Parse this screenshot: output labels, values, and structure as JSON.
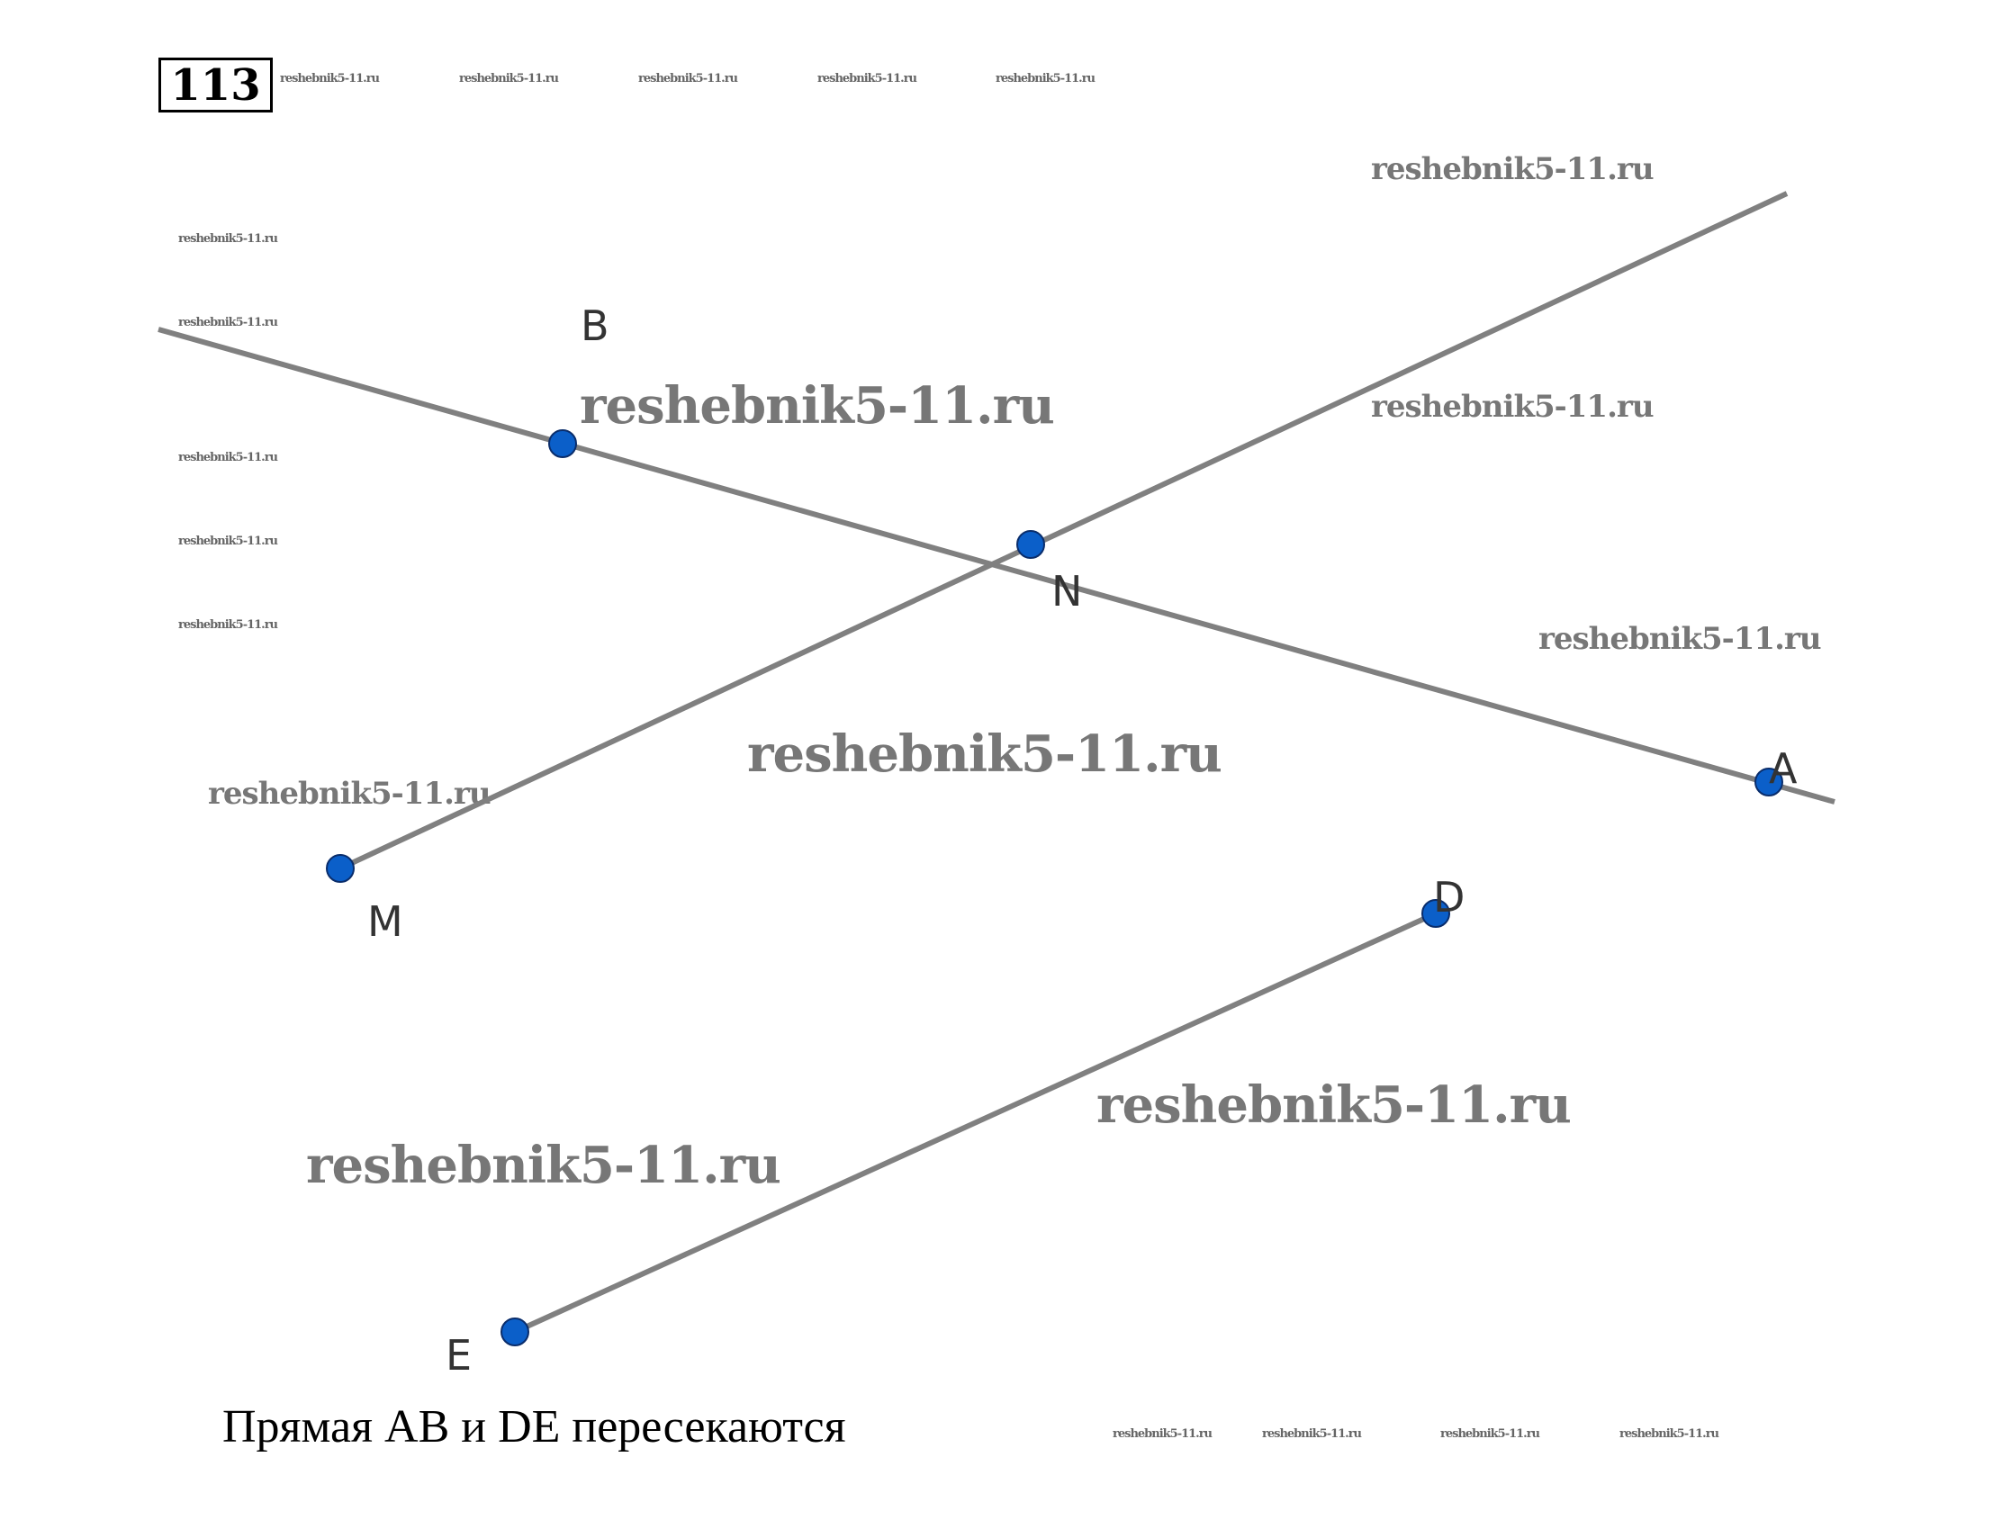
{
  "problem_number": "113",
  "caption": "Прямая AB и DE пересекаются",
  "points": {
    "A": "A",
    "B": "B",
    "N": "N",
    "M": "M",
    "D": "D",
    "E": "E"
  },
  "colors": {
    "line": "#808080",
    "point": "#0b5fc9",
    "point_stroke": "#0a2d6b"
  },
  "watermark": "reshebnik5-11.ru"
}
